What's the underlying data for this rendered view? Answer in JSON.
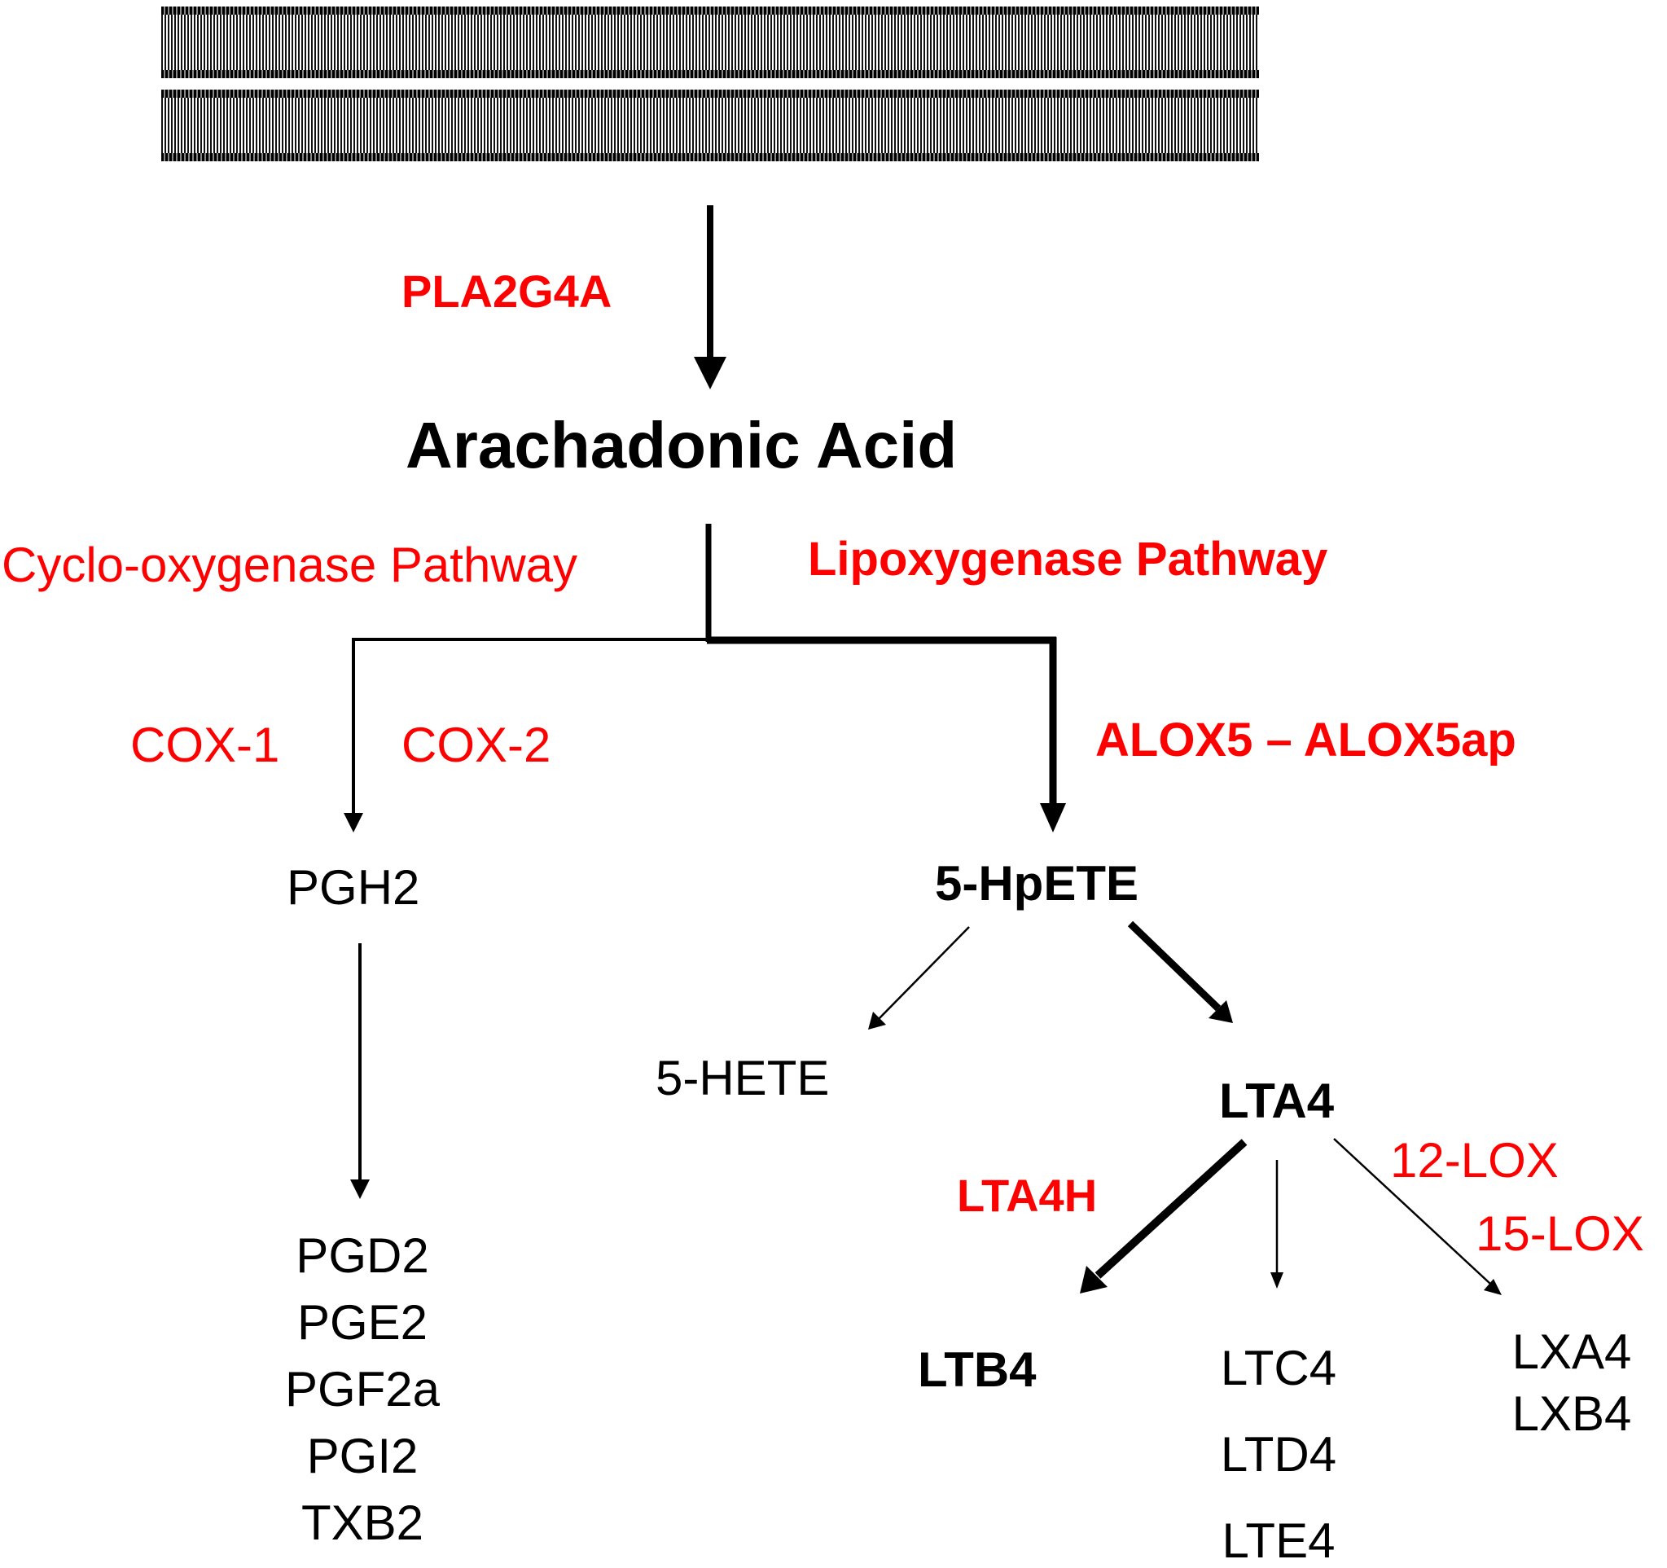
{
  "labels": {
    "pla2g4a": "PLA2G4A",
    "arachidonic_acid": "Arachadonic Acid",
    "cox_pathway": "Cyclo-oxygenase Pathway",
    "lox_pathway": "Lipoxygenase Pathway",
    "cox1": "COX-1",
    "cox2": "COX-2",
    "alox5": "ALOX5 – ALOX5ap",
    "pgh2": "PGH2",
    "hpete": "5-HpETE",
    "hete": "5-HETE",
    "lta4": "LTA4",
    "lta4h": "LTA4H",
    "lox12": "12-LOX",
    "lox15": "15-LOX",
    "ltb4": "LTB4"
  },
  "prostanoids": [
    "PGD2",
    "PGE2",
    "PGF2a",
    "PGI2",
    "TXB2"
  ],
  "cysteinyl_leukotrienes": [
    "LTC4",
    "LTD4",
    "LTE4"
  ],
  "lipoxins": [
    "LXA4",
    "LXB4"
  ],
  "colors": {
    "enzyme": "#ff0000",
    "metabolite": "#000000",
    "arrow": "#000000"
  }
}
